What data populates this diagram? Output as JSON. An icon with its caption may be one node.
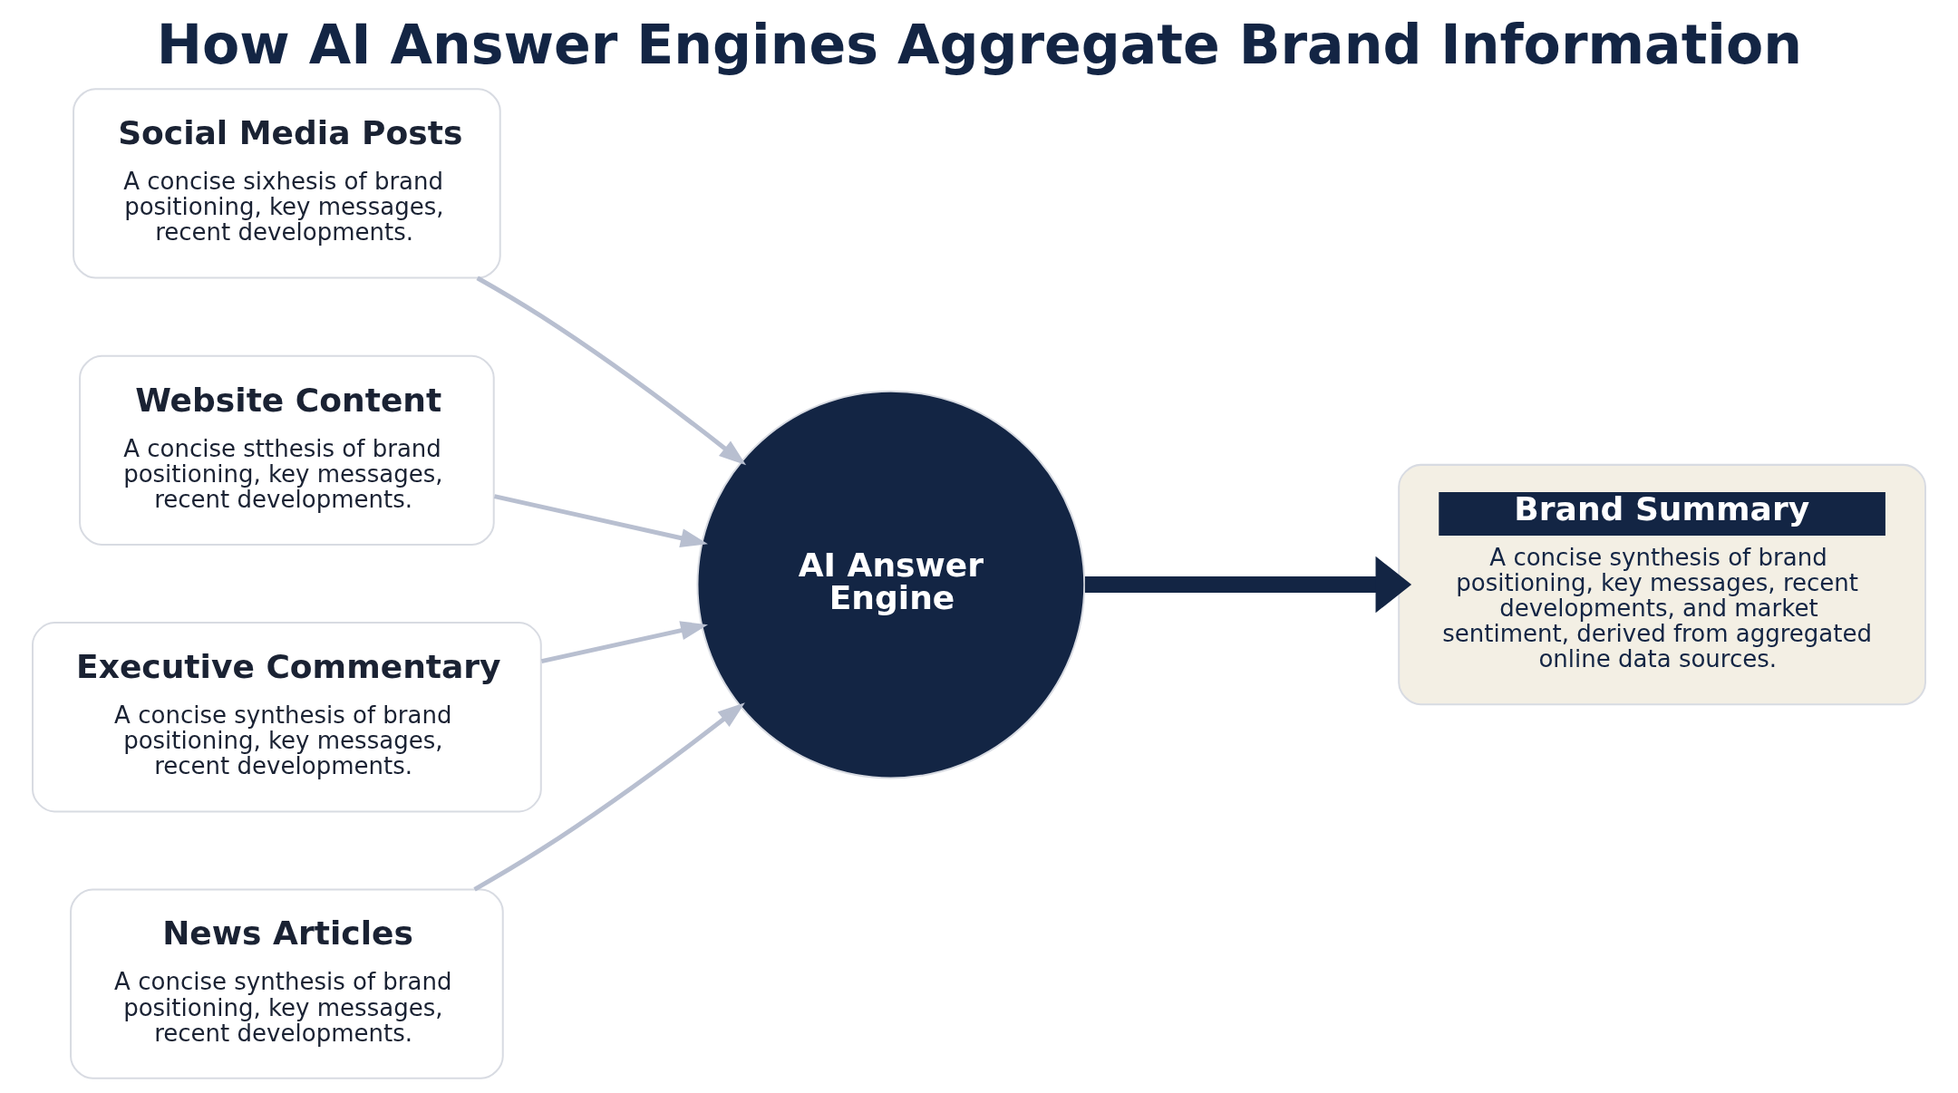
{
  "diagram": {
    "title": "How AI Answer Engines Aggregate Brand Information",
    "nodes": [
      {
        "text": [
          "Social Media Posts",
          "A concise sixhesis of brand positioning, key messages, recent developments."
        ]
      },
      {
        "text": [
          "Website Content",
          "A concise stthesis of brand positioning, key messages, recent developments."
        ]
      },
      {
        "text": [
          "AI Answer Engine"
        ]
      },
      {
        "text": [
          "Brand Summary",
          "A concise synthesis of brand positioning, key messages, recent developments, and market sentiment, derived from aggregated online data sources."
        ]
      },
      {
        "text": [
          "Executive Commentary",
          "A concise synthesis of brand positioning, key messages, recent developments."
        ]
      },
      {
        "text": [
          "News Articles",
          "A concise synthesis of brand positioning, key messages, recent developments."
        ]
      }
    ],
    "edges": [
      {
        "from": 0,
        "to": 2,
        "arrow": "to"
      },
      {
        "from": 1,
        "to": 2,
        "arrow": "to"
      },
      {
        "from": 4,
        "to": 2,
        "arrow": "to"
      },
      {
        "from": 5,
        "to": 2,
        "arrow": "to"
      },
      {
        "from": 2,
        "to": 3,
        "arrow": "to",
        "style": "thick",
        "color": "#132544"
      }
    ]
  }
}
